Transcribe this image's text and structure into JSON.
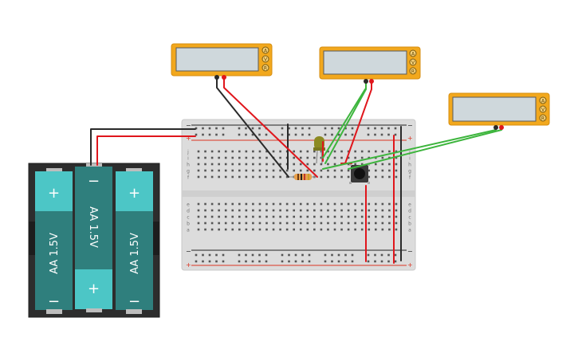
{
  "battery_pack": {
    "cells": [
      {
        "label": "AA 1.5V",
        "top_symbol": "+",
        "bottom_symbol": "−",
        "reversed": false
      },
      {
        "label": "AA 1.5V",
        "top_symbol": "−",
        "bottom_symbol": "+",
        "reversed": true
      },
      {
        "label": "AA 1.5V",
        "top_symbol": "+",
        "bottom_symbol": "−",
        "reversed": false
      }
    ]
  },
  "multimeters": [
    {
      "name": "multimeter-1",
      "buttons": [
        "A",
        "V",
        "R"
      ]
    },
    {
      "name": "multimeter-2",
      "buttons": [
        "A",
        "V",
        "R"
      ]
    },
    {
      "name": "multimeter-3",
      "buttons": [
        "A",
        "V",
        "R"
      ]
    }
  ],
  "breadboard": {
    "rail_minus": "−",
    "rail_plus": "+",
    "row_letters_top": [
      "j",
      "i",
      "h",
      "g",
      "f"
    ],
    "row_letters_bottom": [
      "e",
      "d",
      "c",
      "b",
      "a"
    ]
  },
  "colors": {
    "wire_red": "#e0161c",
    "wire_black": "#2a2a2a",
    "wire_green": "#3db53d",
    "multimeter_body": "#f2a81d",
    "battery_cell": "#2f7f7d",
    "battery_cap": "#4cc6c6",
    "led": "#8c8a22",
    "resistor": "#e8a04c"
  }
}
